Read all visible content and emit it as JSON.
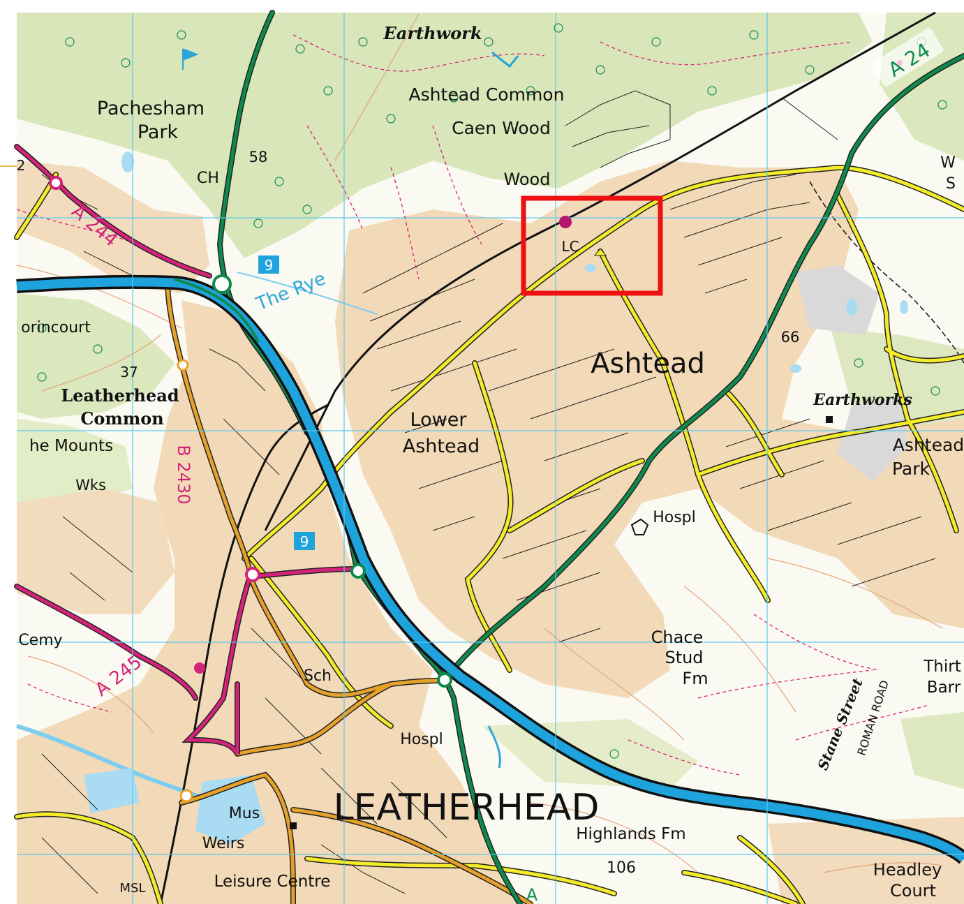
{
  "places": {
    "earthwork": "Earthwork",
    "ashtead_common": "Ashtead Common",
    "caen_wood": "Caen Wood",
    "pachesham": "Pachesham",
    "park": "Park",
    "ch": "CH",
    "wood": "Wood",
    "lc": "LC",
    "the_rye": "The Rye",
    "vorincourt": "orincourt",
    "leatherhead": "Leatherhead",
    "common": "Common",
    "the_mounts": "he Mounts",
    "wks": "Wks",
    "lower": "Lower",
    "ashtead_lower": "Ashtead",
    "ashtead": "Ashtead",
    "earthworks": "Earthworks",
    "ashtead_park_1": "Ashtead",
    "ashtead_park_2": "Park",
    "hospl_1": "Hospl",
    "hospl_2": "Hospl",
    "cemy": "Cemy",
    "sch": "Sch",
    "chace": "Chace",
    "stud": "Stud",
    "fm": "Fm",
    "thirt": "Thirt",
    "barr": "Barr",
    "stane_street": "Stane Street",
    "roman_road": "ROMAN ROAD",
    "leatherhead_town": "LEATHERHEAD",
    "highlands_fm": "Highlands Fm",
    "mus": "Mus",
    "weirs": "Weirs",
    "leisure_centre": "Leisure Centre",
    "msl": "MSL",
    "headley": "Headley",
    "court": "Court",
    "w": "W",
    "s": "S"
  },
  "roads": {
    "a24": "A 24",
    "a244": "A 244",
    "a245": "A 245",
    "b2430": "B 2430",
    "a_bottom": "A",
    "j9_top": "9",
    "j9_mid": "9"
  },
  "heights": {
    "h58": "58",
    "h37": "37",
    "h66": "66",
    "h106": "106",
    "h2": "2"
  },
  "colors": {
    "woodland": "#d7e4b7",
    "urban": "#f2d9b8",
    "grid": "#5ec8ee",
    "motorway": "#1fa3dc",
    "a_road": "#0f8a4d",
    "b_road": "#e5a12a",
    "minor_road": "#f4ec2a",
    "other_a": "#d4237a",
    "highlight": "#ee1111"
  }
}
